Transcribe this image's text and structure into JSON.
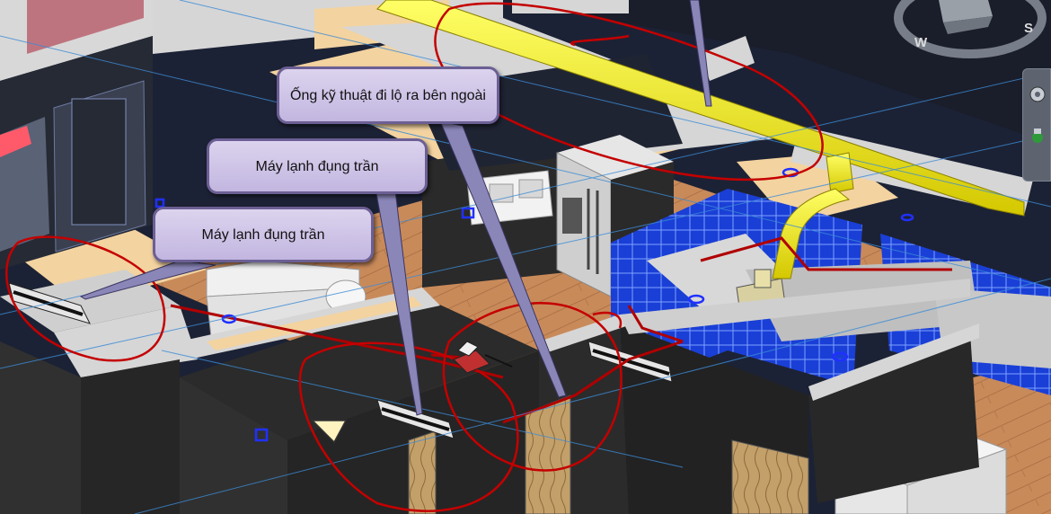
{
  "app": {
    "view": "3D isometric CAD model viewport"
  },
  "callouts": [
    {
      "id": "callout-technical-duct",
      "text": "Ống kỹ thuật đi lộ ra bên ngoài"
    },
    {
      "id": "callout-ceiling-ac-1",
      "text": "Máy lạnh đụng trần"
    },
    {
      "id": "callout-ceiling-ac-2",
      "text": "Máy lạnh đụng trần"
    }
  ],
  "viewcube": {
    "face_label": "W",
    "compass_label": "S"
  },
  "navigation_bar": {
    "buttons": [
      "steering-wheel-icon",
      "pan-icon"
    ]
  },
  "colors": {
    "wall_top": "#d8d8d8",
    "wall_face": "#2b2b2b",
    "floor_wood": "#c98a5a",
    "duct_yellow": "#f2f200",
    "tile_blue": "#1a3fd6",
    "markup_red": "#c40000",
    "callout_fill": "#cdc2e6",
    "pipe_red": "#b00000"
  }
}
